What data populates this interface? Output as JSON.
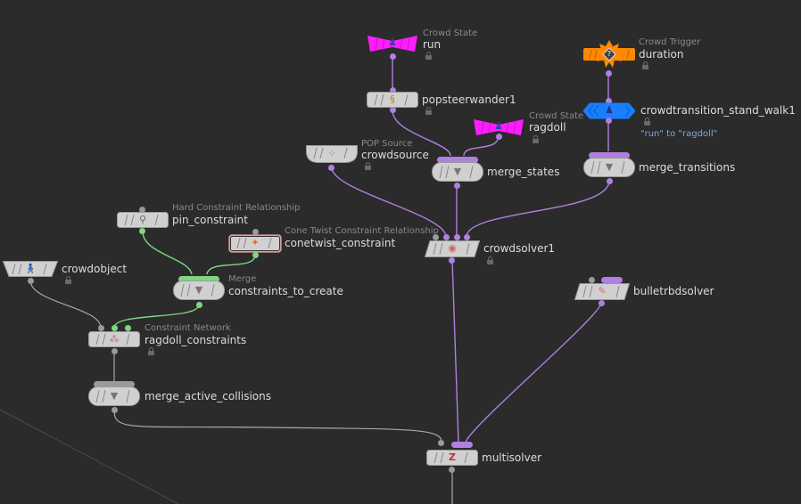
{
  "network": {
    "nodes": [
      {
        "id": "run",
        "name": "run",
        "type_label": "Crowd State",
        "color": "#ff1dff",
        "icon": "crowd-state-icon",
        "locked": true
      },
      {
        "id": "popsteerwander1",
        "name": "popsteerwander1",
        "type_label": "",
        "color": "#d0d0d0",
        "icon": "steer-wander-icon",
        "locked": true
      },
      {
        "id": "ragdoll",
        "name": "ragdoll",
        "type_label": "Crowd State",
        "color": "#ff1dff",
        "icon": "crowd-state-icon",
        "locked": true
      },
      {
        "id": "crowdsource",
        "name": "crowdsource",
        "type_label": "POP Source",
        "color": "#d0d0d0",
        "icon": "pop-source-icon",
        "locked": true
      },
      {
        "id": "merge_states",
        "name": "merge_states",
        "type_label": "",
        "color": "#d0d0d0",
        "icon": "merge-funnel-icon",
        "locked": false
      },
      {
        "id": "duration",
        "name": "duration",
        "type_label": "Crowd Trigger",
        "color": "#ff8a00",
        "icon": "crowd-trigger-icon",
        "locked": true
      },
      {
        "id": "crowdtransition_stand_walk1",
        "name": "crowdtransition_stand_walk1",
        "type_label": "",
        "color": "#1a7fff",
        "icon": "crowd-transition-icon",
        "locked": true,
        "note": "\"run\" to \"ragdoll\""
      },
      {
        "id": "merge_transitions",
        "name": "merge_transitions",
        "type_label": "",
        "color": "#d0d0d0",
        "icon": "merge-funnel-icon",
        "locked": false
      },
      {
        "id": "crowdsolver1",
        "name": "crowdsolver1",
        "type_label": "",
        "color": "#d0d0d0",
        "icon": "crowd-solver-icon",
        "locked": true
      },
      {
        "id": "pin_constraint",
        "name": "pin_constraint",
        "type_label": "Hard Constraint Relationship",
        "color": "#d0d0d0",
        "icon": "pin-constraint-icon",
        "locked": false
      },
      {
        "id": "conetwist_constraint",
        "name": "conetwist_constraint",
        "type_label": "Cone Twist Constraint Relationship",
        "color": "#d0d0d0",
        "icon": "cone-twist-icon",
        "locked": false,
        "selected": true
      },
      {
        "id": "crowdobject",
        "name": "crowdobject",
        "type_label": "",
        "color": "#d0d0d0",
        "icon": "crowd-object-icon",
        "locked": true
      },
      {
        "id": "constraints_to_create",
        "name": "constraints_to_create",
        "type_label": "Merge",
        "color": "#d0d0d0",
        "icon": "merge-funnel-icon",
        "locked": false
      },
      {
        "id": "ragdoll_constraints",
        "name": "ragdoll_constraints",
        "type_label": "Constraint Network",
        "color": "#d0d0d0",
        "icon": "constraint-network-icon",
        "locked": true
      },
      {
        "id": "merge_active_collisions",
        "name": "merge_active_collisions",
        "type_label": "",
        "color": "#d0d0d0",
        "icon": "merge-funnel-icon",
        "locked": false
      },
      {
        "id": "bulletrbdsolver",
        "name": "bulletrbdsolver",
        "type_label": "",
        "color": "#d0d0d0",
        "icon": "bullet-solver-icon",
        "locked": false
      },
      {
        "id": "multisolver",
        "name": "multisolver",
        "type_label": "",
        "color": "#d0d0d0",
        "icon": "multisolver-icon",
        "locked": false
      }
    ],
    "connections": [
      {
        "from": "run",
        "to": "popsteerwander1",
        "kind": "pop"
      },
      {
        "from": "popsteerwander1",
        "to": "merge_states",
        "kind": "pop"
      },
      {
        "from": "ragdoll",
        "to": "merge_states",
        "kind": "pop"
      },
      {
        "from": "duration",
        "to": "crowdtransition_stand_walk1",
        "kind": "pop"
      },
      {
        "from": "crowdtransition_stand_walk1",
        "to": "merge_transitions",
        "kind": "pop"
      },
      {
        "from": "crowdsource",
        "to": "crowdsolver1",
        "kind": "pop"
      },
      {
        "from": "merge_states",
        "to": "crowdsolver1",
        "kind": "pop"
      },
      {
        "from": "merge_transitions",
        "to": "crowdsolver1",
        "kind": "pop"
      },
      {
        "from": "pin_constraint",
        "to": "constraints_to_create",
        "kind": "constraint"
      },
      {
        "from": "conetwist_constraint",
        "to": "constraints_to_create",
        "kind": "constraint"
      },
      {
        "from": "crowdobject",
        "to": "ragdoll_constraints",
        "kind": "object"
      },
      {
        "from": "constraints_to_create",
        "to": "ragdoll_constraints",
        "kind": "constraint"
      },
      {
        "from": "ragdoll_constraints",
        "to": "merge_active_collisions",
        "kind": "object"
      },
      {
        "from": "merge_active_collisions",
        "to": "multisolver",
        "kind": "object"
      },
      {
        "from": "crowdsolver1",
        "to": "multisolver",
        "kind": "pop"
      },
      {
        "from": "bulletrbdsolver",
        "to": "multisolver",
        "kind": "pop"
      }
    ],
    "wire_colors": {
      "pop": "#b080e0",
      "constraint": "#7fd67f",
      "object": "#a8a8a8"
    }
  }
}
